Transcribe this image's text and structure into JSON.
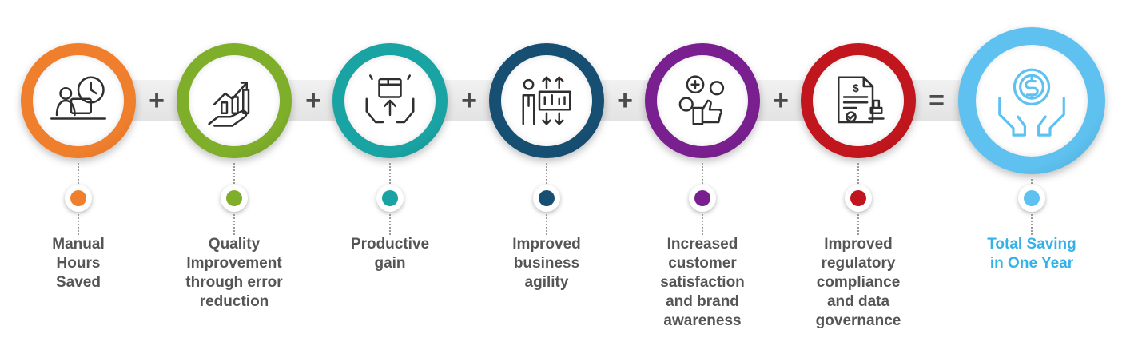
{
  "steps": [
    {
      "lines": [
        "Manual",
        "Hours",
        "Saved"
      ],
      "color": "#f07f2d",
      "icon": "person-at-laptop-with-clock-icon"
    },
    {
      "lines": [
        "Quality",
        "Improvement",
        "through error",
        "reduction"
      ],
      "color": "#7fae2a",
      "icon": "hand-holding-growth-chart-icon"
    },
    {
      "lines": [
        "Productive",
        "gain"
      ],
      "color": "#1aa3a3",
      "icon": "hands-holding-box-upload-icon"
    },
    {
      "lines": [
        "Improved",
        "business",
        "agility"
      ],
      "color": "#174f73",
      "icon": "businessman-with-adjustment-arrows-icon"
    },
    {
      "lines": [
        "Increased",
        "customer",
        "satisfaction",
        "and brand",
        "awareness"
      ],
      "color": "#7a1f8f",
      "icon": "customers-with-thumbs-up-icon"
    },
    {
      "lines": [
        "Improved",
        "regulatory",
        "compliance",
        "and data",
        "governance"
      ],
      "color": "#c1161d",
      "icon": "document-with-stamp-icon"
    }
  ],
  "total": {
    "lines": [
      "Total Saving",
      "in One Year"
    ],
    "color": "#5ec1ef",
    "icon": "hands-with-dollar-coin-icon"
  },
  "operators": [
    "+",
    "+",
    "+",
    "+",
    "+",
    "="
  ],
  "colors": {
    "label_text": "#555555",
    "operator": "#4a4a4a",
    "total_label": "#33b2ea"
  }
}
